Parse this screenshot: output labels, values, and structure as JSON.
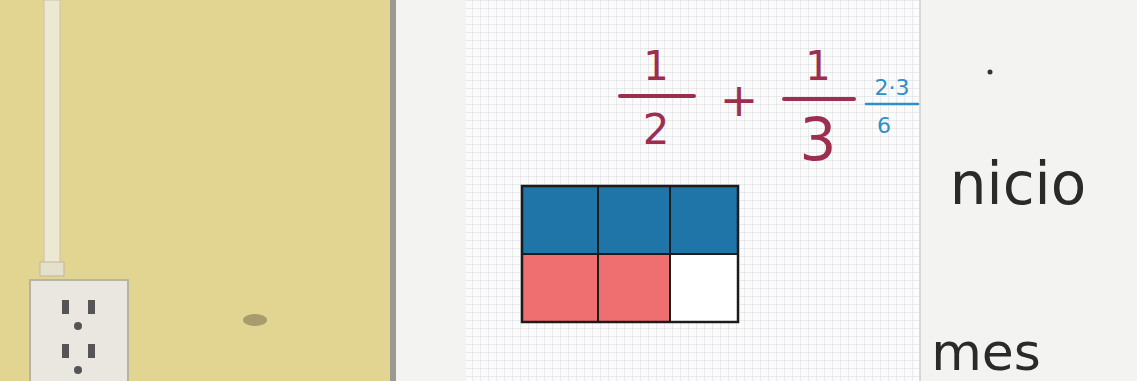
{
  "diagram": {
    "labels": [
      "1",
      "2",
      "+",
      "1",
      "3",
      "2·3",
      "6",
      "nicio",
      "mes"
    ]
  }
}
